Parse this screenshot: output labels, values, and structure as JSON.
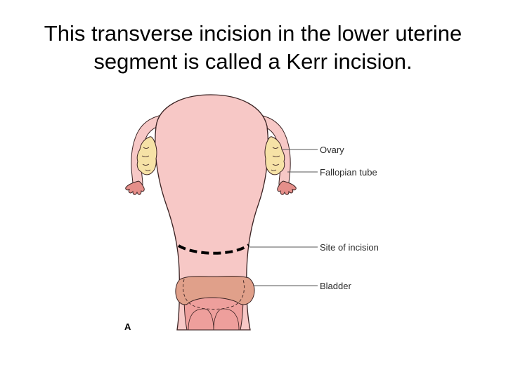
{
  "slide": {
    "title": "This transverse incision in the lower uterine segment is called a Kerr incision."
  },
  "diagram": {
    "labels": {
      "ovary": "Ovary",
      "fallopian_tube": "Fallopian tube",
      "site_of_incision": "Site of incision",
      "bladder": "Bladder"
    },
    "panel_letter": "A",
    "colors": {
      "uterus": "#f7c8c6",
      "uterus_outline": "#3a2222",
      "ovary": "#f6e2a6",
      "fimbriae": "#e58f8a",
      "bladder": "#e0a08a",
      "cervix": "#ee9f9c",
      "incision": "#000000",
      "leader_line": "#555555"
    }
  }
}
